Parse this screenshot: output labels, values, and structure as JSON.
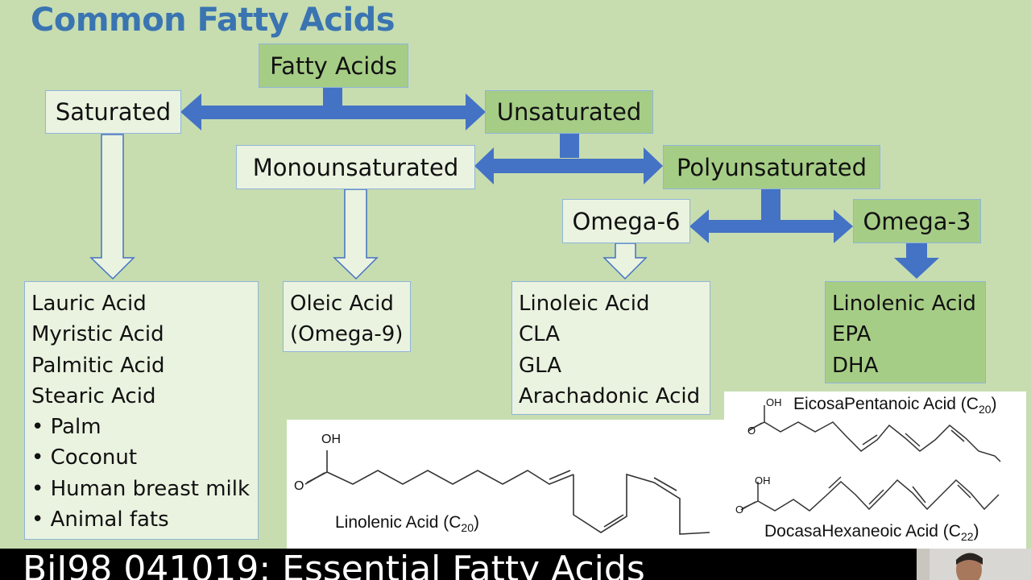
{
  "title": "Common Fatty Acids",
  "nodes": {
    "fatty_acids": "Fatty Acids",
    "saturated": "Saturated",
    "unsaturated": "Unsaturated",
    "monounsaturated": "Monounsaturated",
    "polyunsaturated": "Polyunsaturated",
    "omega6": "Omega-6",
    "omega3": "Omega-3"
  },
  "lists": {
    "saturated": [
      "Lauric Acid",
      "Myristic Acid",
      "Palmitic Acid",
      "Stearic Acid"
    ],
    "saturated_sources": [
      "Palm",
      "Coconut",
      "Human breast milk",
      "Animal fats"
    ],
    "mono": [
      "Oleic Acid",
      "(Omega-9)"
    ],
    "omega6": [
      "Linoleic Acid",
      "CLA",
      "GLA",
      "Arachadonic Acid"
    ],
    "omega3": [
      "Linolenic Acid",
      "EPA",
      "DHA"
    ]
  },
  "molecules": {
    "linolenic": {
      "name": "Linolenic Acid (C",
      "sub": "20",
      "close": ")"
    },
    "epa": {
      "name": "EicosaPentanoic Acid (C",
      "sub": "20",
      "close": ")"
    },
    "dha": {
      "name": "DocasaHexaneoic Acid (C",
      "sub": "22",
      "close": ")"
    },
    "atoms": {
      "oh": "OH",
      "o": "O",
      "o_h": "H",
      "o_o": "O"
    }
  },
  "footer": "BiJ98 041019: Essential Fatty Acids",
  "colors": {
    "title": "#3a74b1",
    "arrow": "#4472c4",
    "background": "#c7ddb0",
    "dark_box": "#a6cd86",
    "light_box": "#eaf3e0"
  }
}
